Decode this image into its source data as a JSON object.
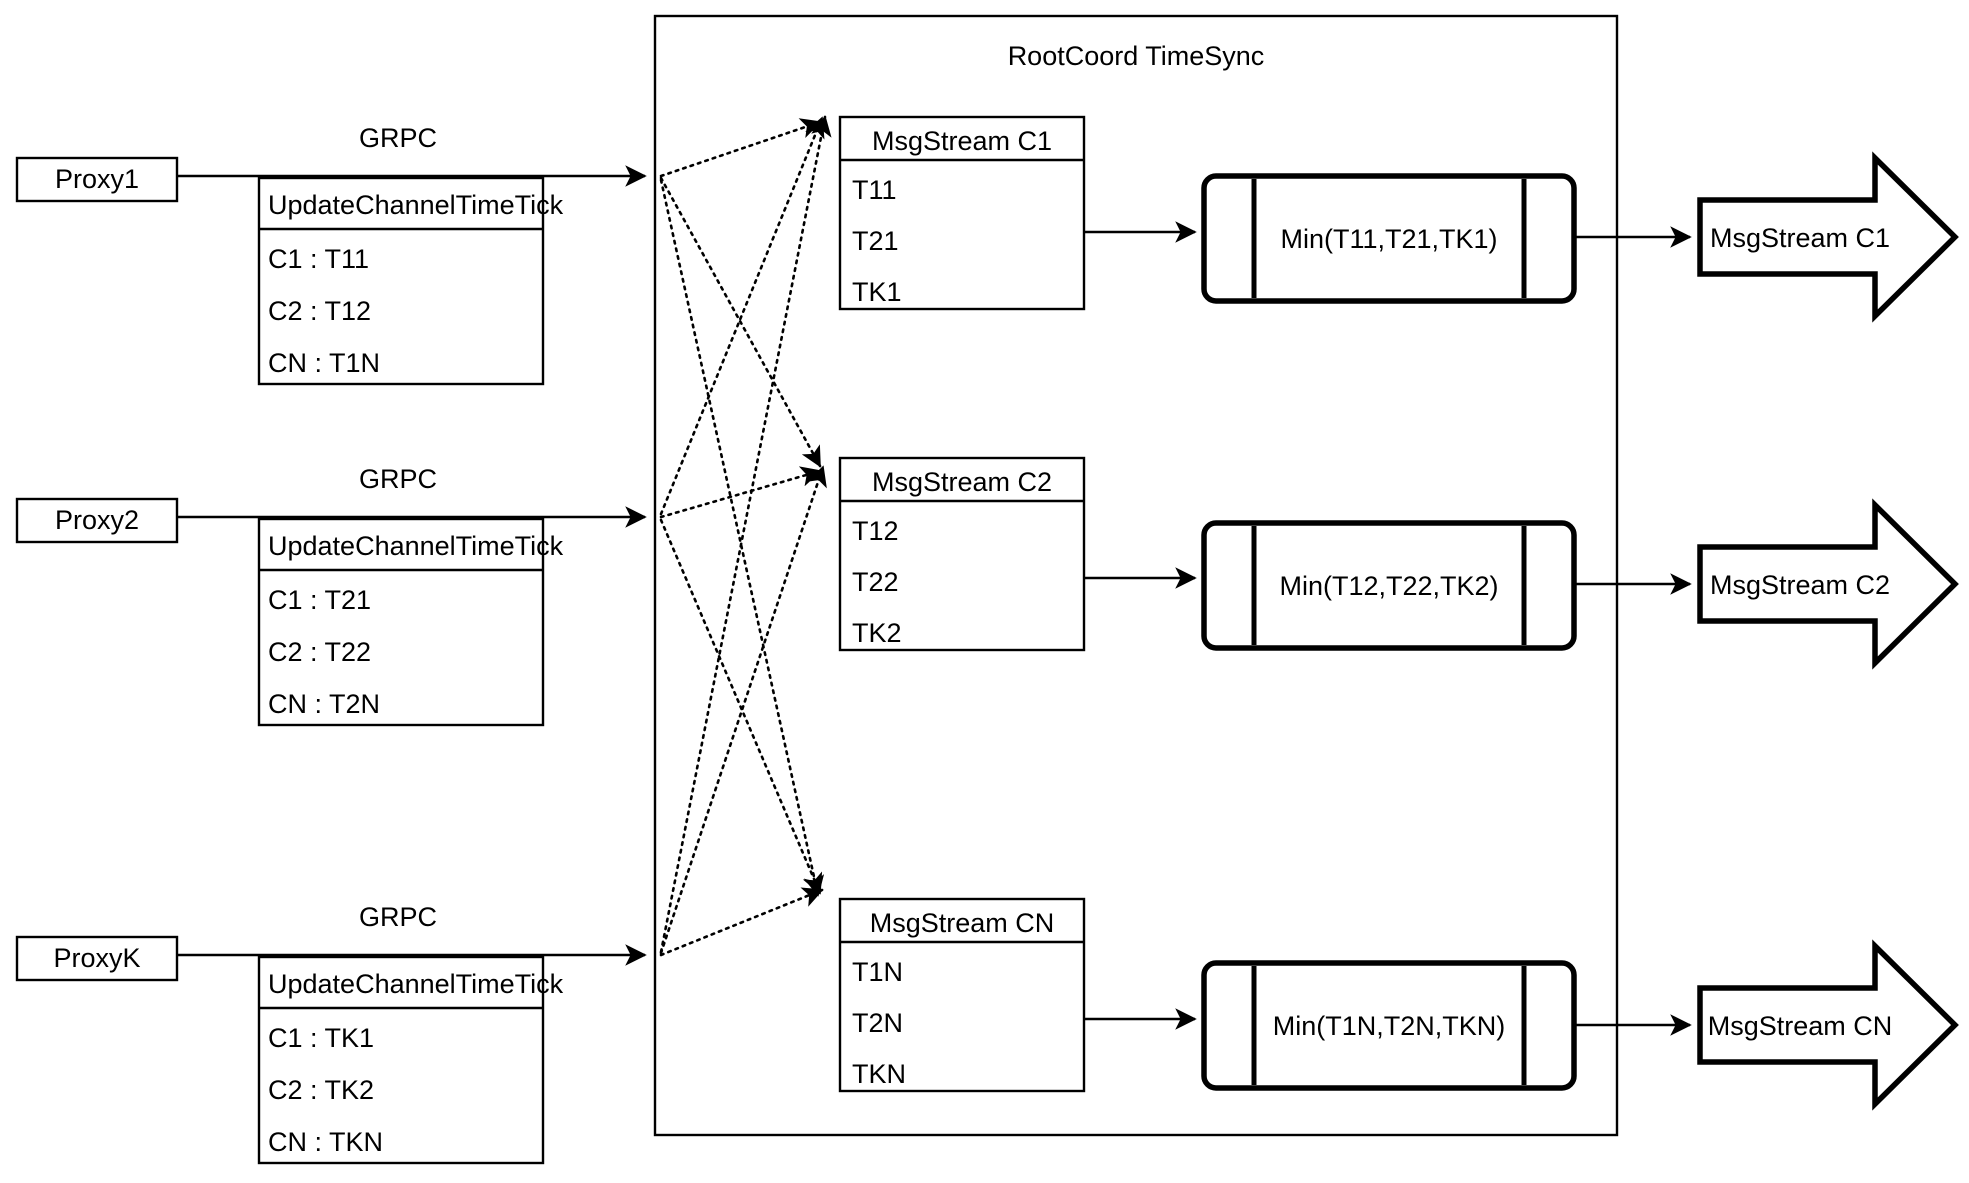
{
  "diagram": {
    "title": "RootCoord TimeSync",
    "container_label": "RootCoord TimeSync"
  },
  "proxies": [
    {
      "name": "Proxy1",
      "link_label": "GRPC",
      "request": {
        "header": "UpdateChannelTimeTick",
        "rows": [
          "C1 :  T11",
          "C2 :  T12",
          "CN : T1N"
        ]
      }
    },
    {
      "name": "Proxy2",
      "link_label": "GRPC",
      "request": {
        "header": "UpdateChannelTimeTick",
        "rows": [
          "C1 :  T21",
          "C2 :  T22",
          "CN : T2N"
        ]
      }
    },
    {
      "name": "ProxyK",
      "link_label": "GRPC",
      "request": {
        "header": "UpdateChannelTimeTick",
        "rows": [
          "C1 :  TK1",
          "C2 :  TK2",
          "CN : TKN"
        ]
      }
    }
  ],
  "channels": [
    {
      "stream": {
        "header": "MsgStream C1",
        "rows": [
          "T11",
          "T21",
          "TK1"
        ]
      },
      "min": {
        "label": "Min(T11,T21,TK1)"
      },
      "output": {
        "label": "MsgStream C1"
      }
    },
    {
      "stream": {
        "header": "MsgStream C2",
        "rows": [
          "T12",
          "T22",
          "TK2"
        ]
      },
      "min": {
        "label": "Min(T12,T22,TK2)"
      },
      "output": {
        "label": "MsgStream C2"
      }
    },
    {
      "stream": {
        "header": "MsgStream CN",
        "rows": [
          "T1N",
          "T2N",
          "TKN"
        ]
      },
      "min": {
        "label": "Min(T1N,T2N,TKN)"
      },
      "output": {
        "label": "MsgStream CN"
      }
    }
  ],
  "colors": {
    "stroke": "#000000",
    "background": "#ffffff"
  }
}
